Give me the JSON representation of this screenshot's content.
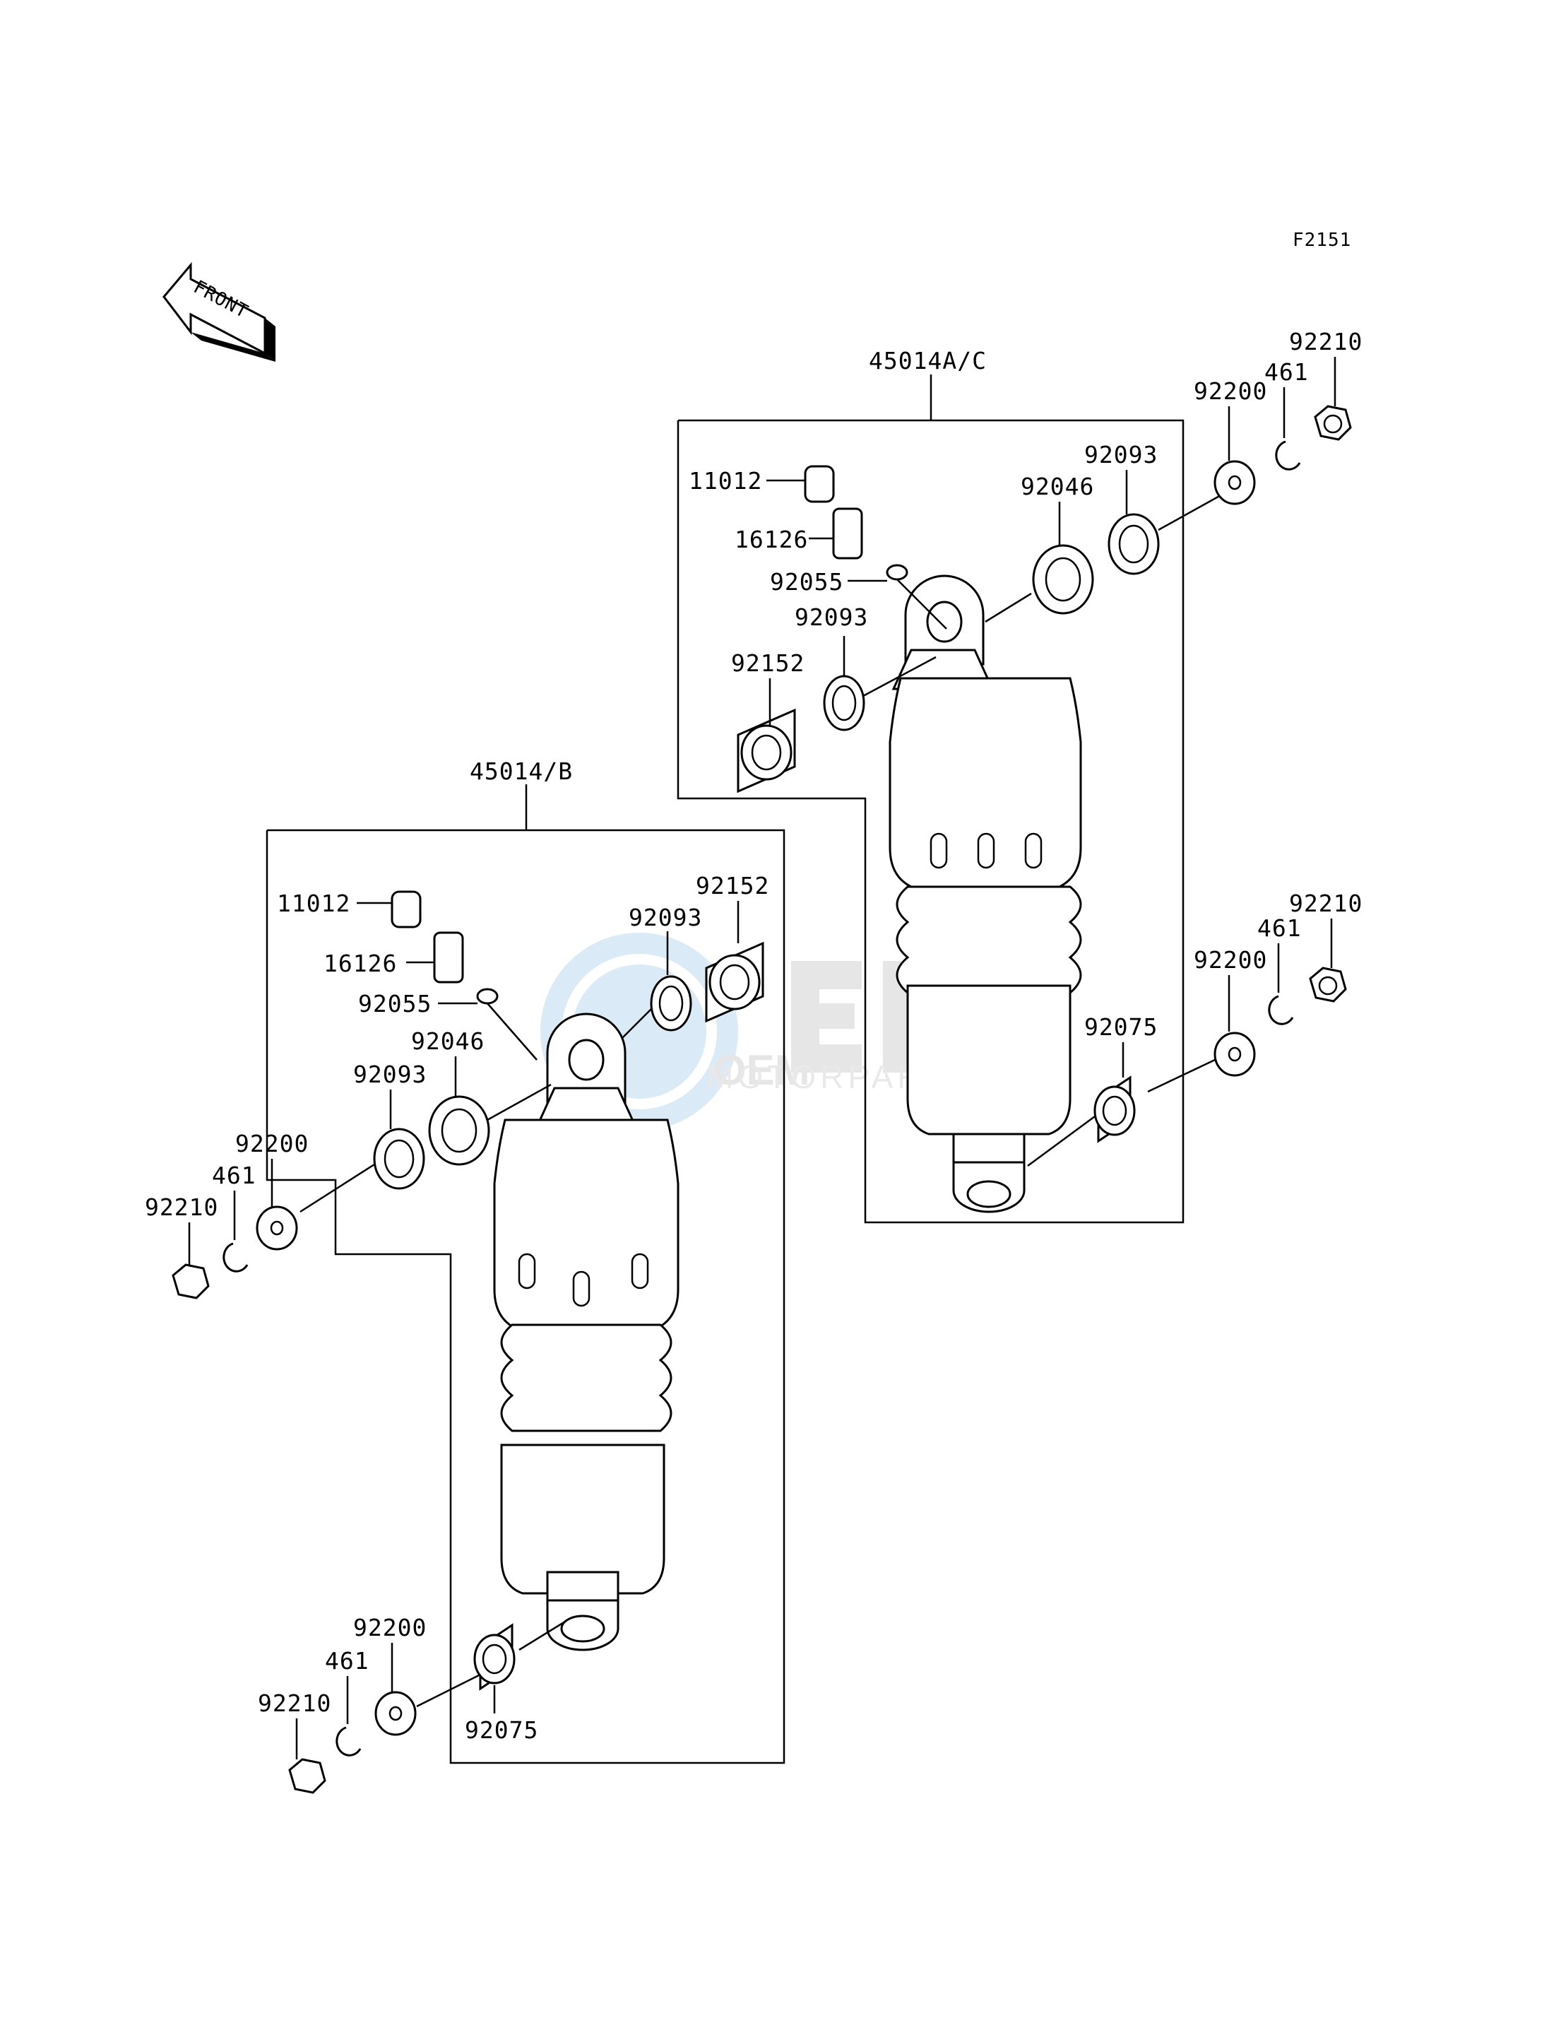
{
  "diagram": {
    "figure_code": "F2151",
    "front_arrow_label": "FRONT",
    "watermark": {
      "brand": "OEM",
      "subtitle": "MOTORPARTS"
    },
    "assemblies": {
      "upper_right": "45014A/C",
      "lower_left": "45014/B"
    },
    "labels": {
      "ur_11012": "11012",
      "ur_16126": "16126",
      "ur_92055": "92055",
      "ur_92093a": "92093",
      "ur_92152": "92152",
      "ur_92046": "92046",
      "ur_92093b": "92093",
      "ur_92200a": "92200",
      "ur_461a": "461",
      "ur_92210a": "92210",
      "ur_92200b": "92200",
      "ur_461b": "461",
      "ur_92210b": "92210",
      "ur_92075": "92075",
      "ll_11012": "11012",
      "ll_16126": "16126",
      "ll_92055": "92055",
      "ll_92093a": "92093",
      "ll_92152": "92152",
      "ll_92046": "92046",
      "ll_92093b": "92093",
      "ll_92200a": "92200",
      "ll_461a": "461",
      "ll_92210a": "92210",
      "ll_92200b": "92200",
      "ll_461b": "461",
      "ll_92210b": "92210",
      "ll_92075": "92075"
    }
  }
}
